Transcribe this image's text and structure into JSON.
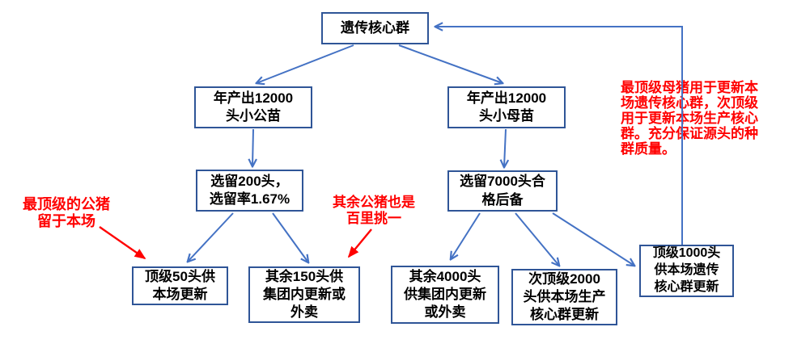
{
  "colors": {
    "box_border": "#2F5597",
    "arrow_blue": "#4472C4",
    "annotation_red": "#FF0000",
    "box_text": "#000000",
    "background": "#FFFFFF"
  },
  "nodes": {
    "genetic_core": {
      "label": "遗传核心群"
    },
    "male_piglets": {
      "label": "年产出12000\n头小公苗"
    },
    "female_piglets": {
      "label": "年产出12000\n头小母苗"
    },
    "select_200": {
      "label": "选留200头，\n选留率1.67%"
    },
    "select_7000": {
      "label": "选留7000头合\n格后备"
    },
    "top_50": {
      "label": "顶级50头供\n本场更新"
    },
    "rest_150": {
      "label": "其余150头供\n集团内更新或\n外卖"
    },
    "rest_4000": {
      "label": "其余4000头\n供集团内更新\n或外卖"
    },
    "second_top_2000": {
      "label": "次顶级2000\n头供本场生产\n核心群更新"
    },
    "top_1000": {
      "label": "顶级1000头\n供本场遗传\n核心群更新"
    }
  },
  "annotations": {
    "left": {
      "text": "最顶级的公猪\n留于本场"
    },
    "middle": {
      "text": "其余公猪也是\n百里挑一"
    },
    "right": {
      "text": "最顶级母猪用于更新本\n场遗传核心群，次顶级\n用于更新本场生产核心\n群。充分保证源头的种\n群质量。"
    }
  }
}
